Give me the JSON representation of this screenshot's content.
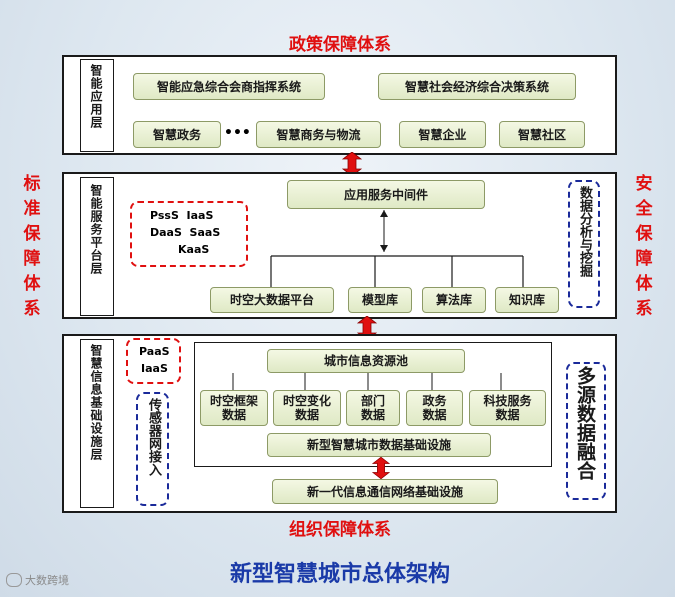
{
  "titles": {
    "top": "政策保障体系",
    "bottom": "组织保障体系",
    "left": "标准保障体系",
    "right": "安全保障体系",
    "main": "新型智慧城市总体架构"
  },
  "layers": {
    "app": {
      "label": "智能应用层",
      "row1": [
        "智能应急综合会商指挥系统",
        "智慧社会经济综合决策系统"
      ],
      "row2": [
        "智慧政务",
        "•••",
        "智慧商务与物流",
        "智慧企业",
        "智慧社区"
      ]
    },
    "service": {
      "label": "智能服务平台层",
      "services": [
        "PssS  IaaS",
        "DaaS  SaaS",
        "KaaS"
      ],
      "middleware": "应用服务中间件",
      "platforms": [
        "时空大数据平台",
        "模型库",
        "算法库",
        "知识库"
      ],
      "side": "数据分析与挖掘"
    },
    "infra": {
      "label": "智慧信息基础设施层",
      "services": [
        "PaaS",
        "IaaS"
      ],
      "sensor": "传感器网接入",
      "pool": "城市信息资源池",
      "data": [
        "时空框架\n数据",
        "时空变化\n数据",
        "部门\n数据",
        "政务\n数据",
        "科技服务\n数据"
      ],
      "city_infra": "新型智慧城市数据基础设施",
      "network": "新一代信息通信网络基础设施",
      "side": "多源数据融合"
    }
  },
  "watermark": "大数跨境",
  "colors": {
    "accent_red": "#e01010",
    "dash_blue": "#1a2a9a",
    "box_fill": "#e8efd3"
  }
}
